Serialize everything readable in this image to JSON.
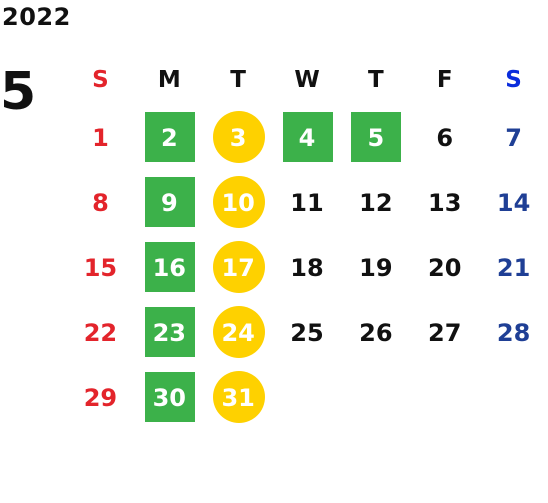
{
  "year": "2022",
  "month": "5",
  "weekdays": [
    "S",
    "M",
    "T",
    "W",
    "T",
    "F",
    "S"
  ],
  "colors": {
    "sunday": "#e3242b",
    "saturday": "#1f3f95",
    "green_mark": "#3cb14a",
    "yellow_mark": "#fed100"
  },
  "weeks": [
    [
      {
        "day": "1",
        "mark": ""
      },
      {
        "day": "2",
        "mark": "green"
      },
      {
        "day": "3",
        "mark": "yellow"
      },
      {
        "day": "4",
        "mark": "green"
      },
      {
        "day": "5",
        "mark": "green"
      },
      {
        "day": "6",
        "mark": ""
      },
      {
        "day": "7",
        "mark": ""
      }
    ],
    [
      {
        "day": "8",
        "mark": ""
      },
      {
        "day": "9",
        "mark": "green"
      },
      {
        "day": "10",
        "mark": "yellow"
      },
      {
        "day": "11",
        "mark": ""
      },
      {
        "day": "12",
        "mark": ""
      },
      {
        "day": "13",
        "mark": ""
      },
      {
        "day": "14",
        "mark": ""
      }
    ],
    [
      {
        "day": "15",
        "mark": ""
      },
      {
        "day": "16",
        "mark": "green"
      },
      {
        "day": "17",
        "mark": "yellow"
      },
      {
        "day": "18",
        "mark": ""
      },
      {
        "day": "19",
        "mark": ""
      },
      {
        "day": "20",
        "mark": ""
      },
      {
        "day": "21",
        "mark": ""
      }
    ],
    [
      {
        "day": "22",
        "mark": ""
      },
      {
        "day": "23",
        "mark": "green"
      },
      {
        "day": "24",
        "mark": "yellow"
      },
      {
        "day": "25",
        "mark": ""
      },
      {
        "day": "26",
        "mark": ""
      },
      {
        "day": "27",
        "mark": ""
      },
      {
        "day": "28",
        "mark": ""
      }
    ],
    [
      {
        "day": "29",
        "mark": ""
      },
      {
        "day": "30",
        "mark": "green"
      },
      {
        "day": "31",
        "mark": "yellow"
      },
      {
        "day": "",
        "mark": ""
      },
      {
        "day": "",
        "mark": ""
      },
      {
        "day": "",
        "mark": ""
      },
      {
        "day": "",
        "mark": ""
      }
    ]
  ]
}
